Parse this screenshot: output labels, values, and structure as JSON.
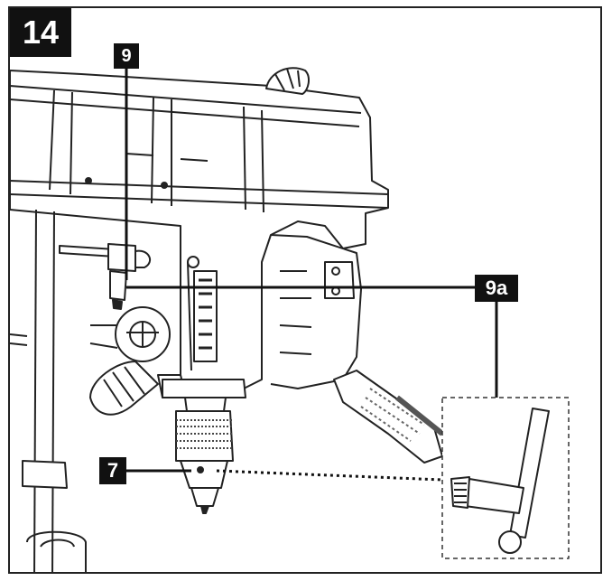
{
  "figure": {
    "number": "14"
  },
  "callouts": {
    "depth_stop_key": "9",
    "chuck_key_detail": "9a",
    "chuck": "7"
  },
  "icons": [
    "drill-press-head",
    "chuck-key-detail"
  ],
  "colors": {
    "ink": "#111111",
    "line": "#222222",
    "shade": "#cfcfcf",
    "background": "#ffffff"
  }
}
